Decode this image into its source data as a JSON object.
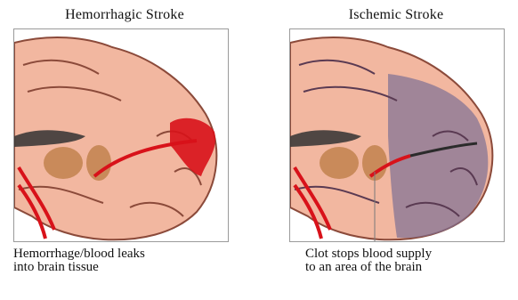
{
  "panels": [
    {
      "title": "Hemorrhagic Stroke",
      "caption_line1": "Hemorrhage/blood leaks",
      "caption_line2": "into brain tissue"
    },
    {
      "title": "Ischemic Stroke",
      "caption_line1": "Clot stops blood supply",
      "caption_line2": "to an area of the brain"
    }
  ],
  "colors": {
    "brain_tissue": "#f2b7a0",
    "sulci_outline": "#8b4a3a",
    "blood": "#d8121a",
    "deep_nuclei": "#c98a5a",
    "ischemic_area": "#7d6f94"
  }
}
